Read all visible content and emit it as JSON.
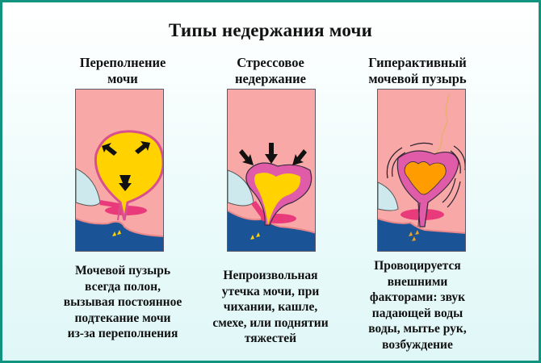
{
  "title": "Типы недержания мочи",
  "colors": {
    "border": "#10947f",
    "skin": "#f8a8a6",
    "bladder_wall": "#e05ca8",
    "urine_yellow": "#ffd200",
    "urine_orange": "#ff9c00",
    "pelvic_floor": "#1a5396",
    "bone": "#cde9ee",
    "sphincter": "#e93a7c",
    "arrow": "#111111"
  },
  "columns": [
    {
      "heading_lines": [
        "Переполнение",
        "мочи"
      ],
      "illustration": "overflow-bladder",
      "description_lines": [
        "Мочевой пузырь",
        "всегда полон,",
        "вызывая постоянное",
        "подтекание мочи",
        "из-за переполнения"
      ]
    },
    {
      "heading_lines": [
        "Стрессовое",
        "недержание"
      ],
      "illustration": "stress-bladder",
      "description_lines": [
        "Непроизвольная",
        "утечка  мочи, при",
        "чихании, кашле,",
        "смехе, или поднятии",
        "тяжестей"
      ]
    },
    {
      "heading_lines": [
        "Гиперактивный",
        "мочевой пузырь"
      ],
      "illustration": "overactive-bladder",
      "description_lines": [
        "Провоцируется",
        "внешними",
        "факторами: звук",
        "падающей воды",
        "воды, мытье рук,",
        "возбуждение"
      ]
    }
  ]
}
